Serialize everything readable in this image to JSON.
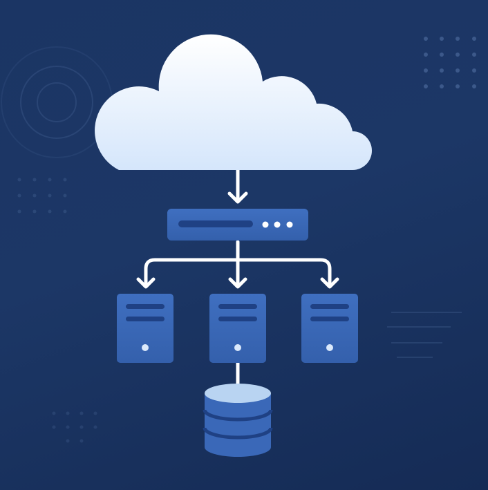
{
  "diagram": {
    "type": "load-balanced-architecture",
    "nodes": [
      {
        "id": "cloud",
        "icon": "cloud-icon"
      },
      {
        "id": "load-balancer",
        "icon": "load-balancer-icon"
      },
      {
        "id": "server-1",
        "icon": "server-icon"
      },
      {
        "id": "server-2",
        "icon": "server-icon"
      },
      {
        "id": "server-3",
        "icon": "server-icon"
      },
      {
        "id": "database",
        "icon": "database-icon"
      }
    ],
    "edges": [
      {
        "from": "cloud",
        "to": "load-balancer"
      },
      {
        "from": "load-balancer",
        "to": "server-1"
      },
      {
        "from": "load-balancer",
        "to": "server-2"
      },
      {
        "from": "load-balancer",
        "to": "server-3"
      },
      {
        "from": "server-2",
        "to": "database"
      }
    ]
  },
  "colors": {
    "background": "#1b3564",
    "cloud": "#ffffff",
    "node_fill": "#3a68b8",
    "node_detail": "#1f4184",
    "connector": "#ffffff",
    "database_top": "#b9d4f2"
  }
}
